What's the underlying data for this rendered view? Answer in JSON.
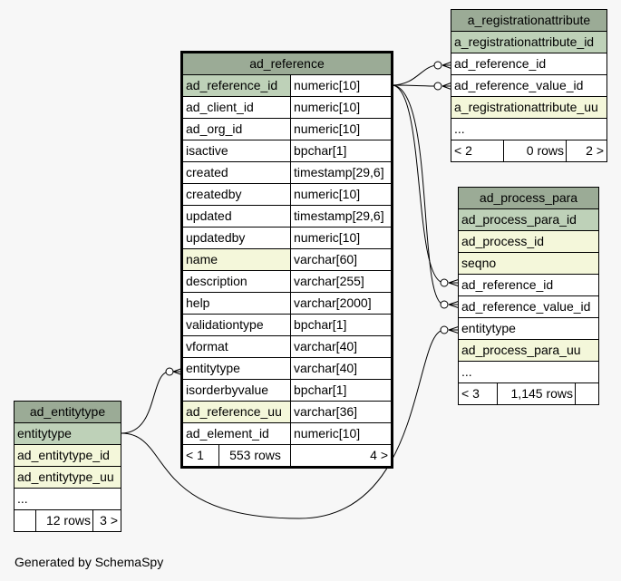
{
  "footer_text": "Generated by SchemaSpy",
  "ad_reference": {
    "name": "ad_reference",
    "columns": [
      {
        "name": "ad_reference_id",
        "type": "numeric[10]",
        "kind": "pk"
      },
      {
        "name": "ad_client_id",
        "type": "numeric[10]",
        "kind": ""
      },
      {
        "name": "ad_org_id",
        "type": "numeric[10]",
        "kind": ""
      },
      {
        "name": "isactive",
        "type": "bpchar[1]",
        "kind": ""
      },
      {
        "name": "created",
        "type": "timestamp[29,6]",
        "kind": ""
      },
      {
        "name": "createdby",
        "type": "numeric[10]",
        "kind": ""
      },
      {
        "name": "updated",
        "type": "timestamp[29,6]",
        "kind": ""
      },
      {
        "name": "updatedby",
        "type": "numeric[10]",
        "kind": ""
      },
      {
        "name": "name",
        "type": "varchar[60]",
        "kind": "idx"
      },
      {
        "name": "description",
        "type": "varchar[255]",
        "kind": ""
      },
      {
        "name": "help",
        "type": "varchar[2000]",
        "kind": ""
      },
      {
        "name": "validationtype",
        "type": "bpchar[1]",
        "kind": ""
      },
      {
        "name": "vformat",
        "type": "varchar[40]",
        "kind": ""
      },
      {
        "name": "entitytype",
        "type": "varchar[40]",
        "kind": ""
      },
      {
        "name": "isorderbyvalue",
        "type": "bpchar[1]",
        "kind": ""
      },
      {
        "name": "ad_reference_uu",
        "type": "varchar[36]",
        "kind": "idx"
      },
      {
        "name": "ad_element_id",
        "type": "numeric[10]",
        "kind": ""
      }
    ],
    "footer": {
      "left": "< 1",
      "rows": "553 rows",
      "right": "4 >"
    }
  },
  "a_registrationattribute": {
    "name": "a_registrationattribute",
    "columns": [
      {
        "name": "a_registrationattribute_id",
        "kind": "pk"
      },
      {
        "name": "ad_reference_id",
        "kind": ""
      },
      {
        "name": "ad_reference_value_id",
        "kind": ""
      },
      {
        "name": "a_registrationattribute_uu",
        "kind": "idx"
      },
      {
        "name": "...",
        "kind": ""
      }
    ],
    "footer": {
      "left": "< 2",
      "rows": "0 rows",
      "right": "2 >"
    }
  },
  "ad_process_para": {
    "name": "ad_process_para",
    "columns": [
      {
        "name": "ad_process_para_id",
        "kind": "pk"
      },
      {
        "name": "ad_process_id",
        "kind": "idx"
      },
      {
        "name": "seqno",
        "kind": "idx"
      },
      {
        "name": "ad_reference_id",
        "kind": ""
      },
      {
        "name": "ad_reference_value_id",
        "kind": ""
      },
      {
        "name": "entitytype",
        "kind": ""
      },
      {
        "name": "ad_process_para_uu",
        "kind": "idx"
      },
      {
        "name": "...",
        "kind": ""
      }
    ],
    "footer": {
      "left": "< 3",
      "rows": "1,145 rows",
      "right": ""
    }
  },
  "ad_entitytype": {
    "name": "ad_entitytype",
    "columns": [
      {
        "name": "entitytype",
        "kind": "pk"
      },
      {
        "name": "ad_entitytype_id",
        "kind": "idx"
      },
      {
        "name": "ad_entitytype_uu",
        "kind": "idx"
      },
      {
        "name": "...",
        "kind": ""
      }
    ],
    "footer": {
      "left": "",
      "rows": "12 rows",
      "right": "3 >"
    }
  }
}
